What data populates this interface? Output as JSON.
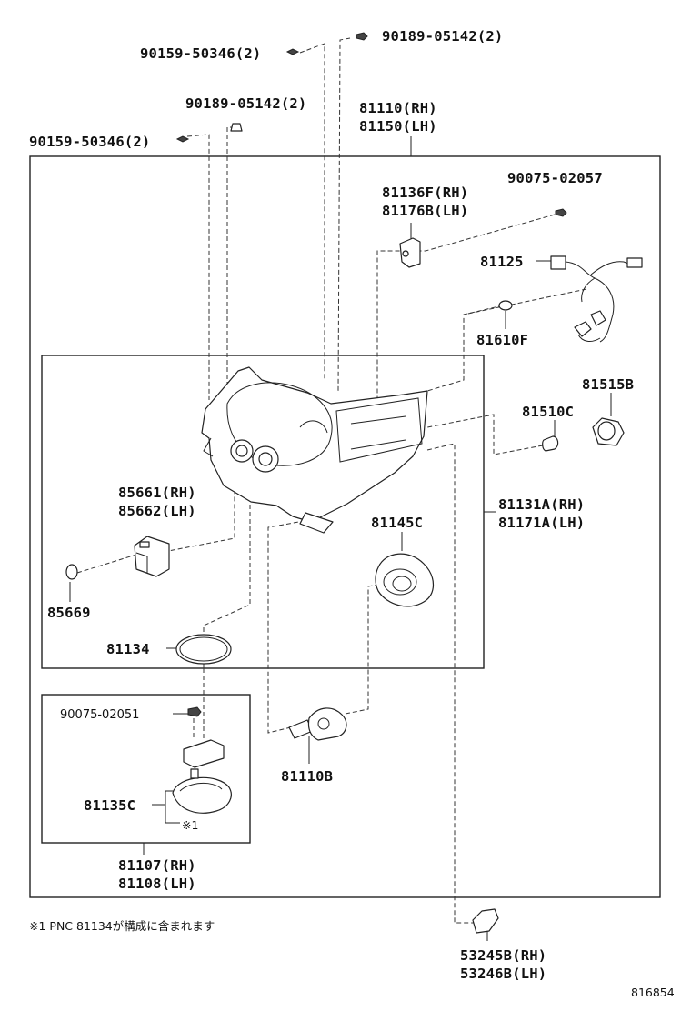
{
  "labels": {
    "p_90159_a": "90159-50346(2)",
    "p_90189_a": "90189-05142(2)",
    "p_90189_b": "90189-05142(2)",
    "p_90159_b": "90159-50346(2)",
    "p_81110_rh": "81110(RH)",
    "p_81150_lh": "81150(LH)",
    "p_90075_02057": "90075-02057",
    "p_81136f_rh": "81136F(RH)",
    "p_81176b_lh": "81176B(LH)",
    "p_81125": "81125",
    "p_81610f": "81610F",
    "p_81515b": "81515B",
    "p_81510c": "81510C",
    "p_85661_rh": "85661(RH)",
    "p_85662_lh": "85662(LH)",
    "p_81131a_rh": "81131A(RH)",
    "p_81171a_lh": "81171A(LH)",
    "p_81145c": "81145C",
    "p_85669": "85669",
    "p_81134": "81134",
    "p_90075_02051": "90075-02051",
    "p_81110b": "81110B",
    "p_81135c": "81135C",
    "note_mark": "※1",
    "p_81107_rh": "81107(RH)",
    "p_81108_lh": "81108(LH)",
    "p_53245b_rh": "53245B(RH)",
    "p_53246b_lh": "53246B(LH)"
  },
  "footnote": "※1 PNC 81134が構成に含まれます",
  "diagram_id": "816854"
}
